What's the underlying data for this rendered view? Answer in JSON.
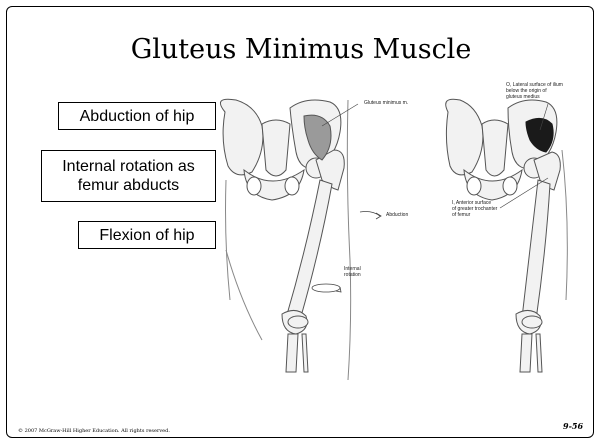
{
  "slide": {
    "title": "Gluteus Minimus Muscle",
    "actions": [
      "Abduction of hip",
      "Internal rotation as femur abducts",
      "Flexion of hip"
    ],
    "illustration_labels": {
      "muscle": "Gluteus minimus m.",
      "abduction": "Abduction",
      "internal_rotation": "Internal\nrotation",
      "origin": "O, Lateral surface of ilium\nbelow the origin of\ngluteus medius",
      "insertion": "I, Anterior surface\nof greater trochanter\nof femur"
    },
    "footer": "© 2007 McGraw-Hill Higher Education. All rights reserved.",
    "page_number": "9-56"
  },
  "colors": {
    "background": "#ffffff",
    "text": "#000000",
    "bone_outline": "#555555",
    "bone_fill": "#f2f2f2",
    "muscle": "#1a1a1a"
  }
}
